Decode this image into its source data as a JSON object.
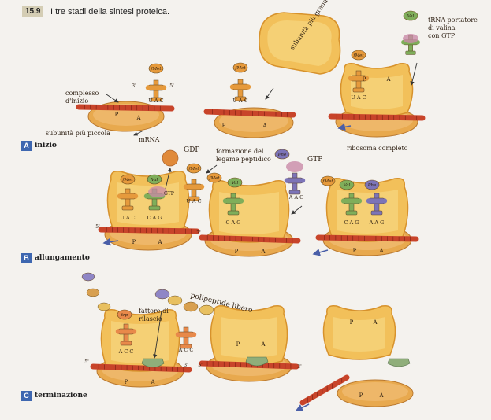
{
  "figure": {
    "number": "15.9",
    "title": "I tre stadi della sintesi proteica."
  },
  "stages": [
    {
      "letter": "A",
      "name": "inizio"
    },
    {
      "letter": "B",
      "name": "allungamento"
    },
    {
      "letter": "C",
      "name": "terminazione"
    }
  ],
  "labels": {
    "complesso": "complesso",
    "dinizio": "d'inizio",
    "subunita_piccola": "subunità più piccola",
    "mrna": "mRNA",
    "subunita_grande": "subunità più grande",
    "trna_portatore_1": "tRNA portatore",
    "trna_portatore_2": "di valina",
    "trna_portatore_3": "con GTP",
    "ribosoma_completo": "ribosoma completo",
    "gdp": "GDP",
    "formazione_1": "formazione del",
    "formazione_2": "legame peptidico",
    "gtp": "GTP",
    "gtp_small": "GTP",
    "polipeptide_libero": "polipeptide libero",
    "fattore_1": "fattore di",
    "fattore_2": "rilascio"
  },
  "amino_acids": {
    "met": "fMet",
    "val": "Val",
    "phe": "Phe",
    "trp": "trp"
  },
  "sites": {
    "p": "P",
    "a": "A"
  },
  "codons": {
    "anticodon_met": "U A C",
    "anticodon_val": "C A G",
    "anticodon_phe": "A A G",
    "anticodon_term": "A C C",
    "three": "3'",
    "five": "5'"
  },
  "colors": {
    "ribosome": "#f2c05a",
    "ribosome_dark": "#d7922c",
    "small_subunit": "#e8a94e",
    "mrna": "#c8442a",
    "met_trna": "#e69a3c",
    "val_trna": "#7fae5a",
    "phe_trna": "#7c74b8",
    "release_factor": "#8fae7a",
    "gdp_ball": "#e08a3a",
    "badge": "#3e67b0"
  }
}
